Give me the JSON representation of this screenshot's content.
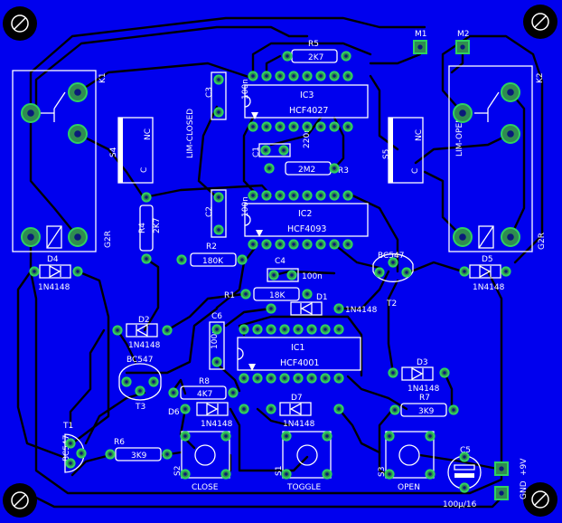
{
  "board": {
    "background": "#0000ee",
    "track_color": "#000000",
    "silk_color": "#ffffff",
    "pad_color": "#2fd160"
  },
  "relays": [
    {
      "ref": "K1",
      "model": "G2R"
    },
    {
      "ref": "K2",
      "model": "G2R"
    }
  ],
  "limit_switches": [
    {
      "ref": "S4",
      "name": "LIM-CLOSED",
      "nc": "NC",
      "c": "C"
    },
    {
      "ref": "S5",
      "name": "LIM-OPEN",
      "nc": "NC",
      "c": "C"
    }
  ],
  "ics": [
    {
      "ref": "IC3",
      "part": "HCF4027"
    },
    {
      "ref": "IC2",
      "part": "HCF4093"
    },
    {
      "ref": "IC1",
      "part": "HCF4001"
    }
  ],
  "resistors": [
    {
      "ref": "R5",
      "value": "2K7"
    },
    {
      "ref": "R3",
      "value": "2M2"
    },
    {
      "ref": "R4",
      "value": "2K7"
    },
    {
      "ref": "R2",
      "value": "180K"
    },
    {
      "ref": "R1",
      "value": "18K"
    },
    {
      "ref": "R8",
      "value": "4K7"
    },
    {
      "ref": "R7",
      "value": "3K9"
    },
    {
      "ref": "R6",
      "value": "3K9"
    }
  ],
  "capacitors": [
    {
      "ref": "C3",
      "value": "100n"
    },
    {
      "ref": "C1",
      "value": "220n"
    },
    {
      "ref": "C2",
      "value": "100n"
    },
    {
      "ref": "C4",
      "value": "100n"
    },
    {
      "ref": "C6",
      "value": "100n"
    },
    {
      "ref": "C5",
      "value": "100µ/16"
    }
  ],
  "diodes": [
    {
      "ref": "D4",
      "part": "1N4148"
    },
    {
      "ref": "D5",
      "part": "1N4148"
    },
    {
      "ref": "D1",
      "part": "1N4148"
    },
    {
      "ref": "D2",
      "part": "1N4148"
    },
    {
      "ref": "D3",
      "part": "1N4148"
    },
    {
      "ref": "D6",
      "part": "1N4148"
    },
    {
      "ref": "D7",
      "part": "1N4148"
    }
  ],
  "transistors": [
    {
      "ref": "T1",
      "part": "BC547"
    },
    {
      "ref": "T2",
      "part": "BC547"
    },
    {
      "ref": "T3",
      "part": "BC547"
    }
  ],
  "switches": [
    {
      "ref": "S2",
      "label": "CLOSE"
    },
    {
      "ref": "S1",
      "label": "TOGGLE"
    },
    {
      "ref": "S3",
      "label": "OPEN"
    }
  ],
  "motor_terminals": [
    {
      "ref": "M1"
    },
    {
      "ref": "M2"
    }
  ],
  "power": {
    "plus": "+9V",
    "ground": "GND"
  }
}
